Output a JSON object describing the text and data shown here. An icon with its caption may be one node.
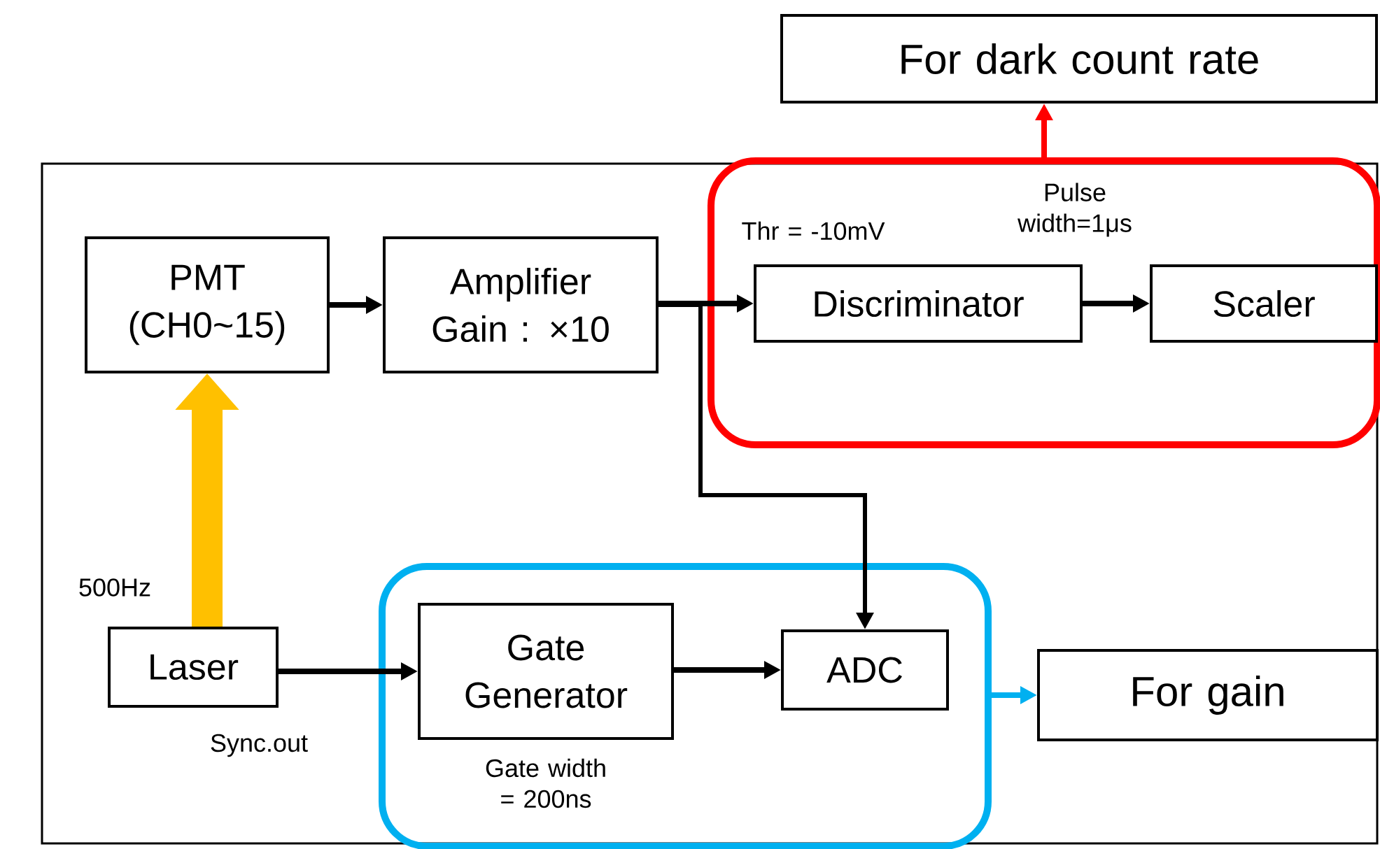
{
  "diagram": {
    "nodes": [
      {
        "text": [
          "For dark count rate"
        ]
      },
      {
        "text": [],
        "shape": "box"
      },
      {
        "text": [
          "PMT (CH0~15)"
        ]
      },
      {
        "text": [
          "Amplifier Gain : ×10"
        ]
      },
      {
        "text": [
          "Discriminator"
        ],
        "in": 1,
        "beside": [
          "Thr = -10mV"
        ]
      },
      {
        "text": [
          "Scaler"
        ],
        "in": 1
      },
      {
        "text": [],
        "shape": "box"
      },
      {
        "text": [
          "Gate Generator"
        ],
        "in": 6,
        "beside": [
          "Gate width = 200ns"
        ]
      },
      {
        "text": [
          "ADC"
        ],
        "in": 6
      },
      {
        "text": [
          "Laser"
        ]
      },
      {
        "text": [
          "For gain"
        ]
      }
    ],
    "edges": [
      {
        "from": 1,
        "to": 0,
        "arrow": "to",
        "color": "#ff0000"
      },
      {
        "from": 9,
        "to": 2,
        "arrow": "to",
        "style": "thick",
        "color": "#ffc000",
        "label": "500Hz"
      },
      {
        "from": 2,
        "to": 3,
        "arrow": "to"
      },
      {
        "from": 3,
        "to": 4,
        "arrow": "to"
      },
      {
        "from": 4,
        "to": 5,
        "arrow": "to",
        "label": "Pulse width=1μs"
      },
      {
        "from": 3,
        "to": 8,
        "arrow": "to"
      },
      {
        "from": 9,
        "to": 7,
        "arrow": "to",
        "label": "Sync.out"
      },
      {
        "from": 7,
        "to": 8,
        "arrow": "to"
      },
      {
        "from": 6,
        "to": 10,
        "arrow": "to",
        "color": "#00b0f0"
      }
    ]
  }
}
